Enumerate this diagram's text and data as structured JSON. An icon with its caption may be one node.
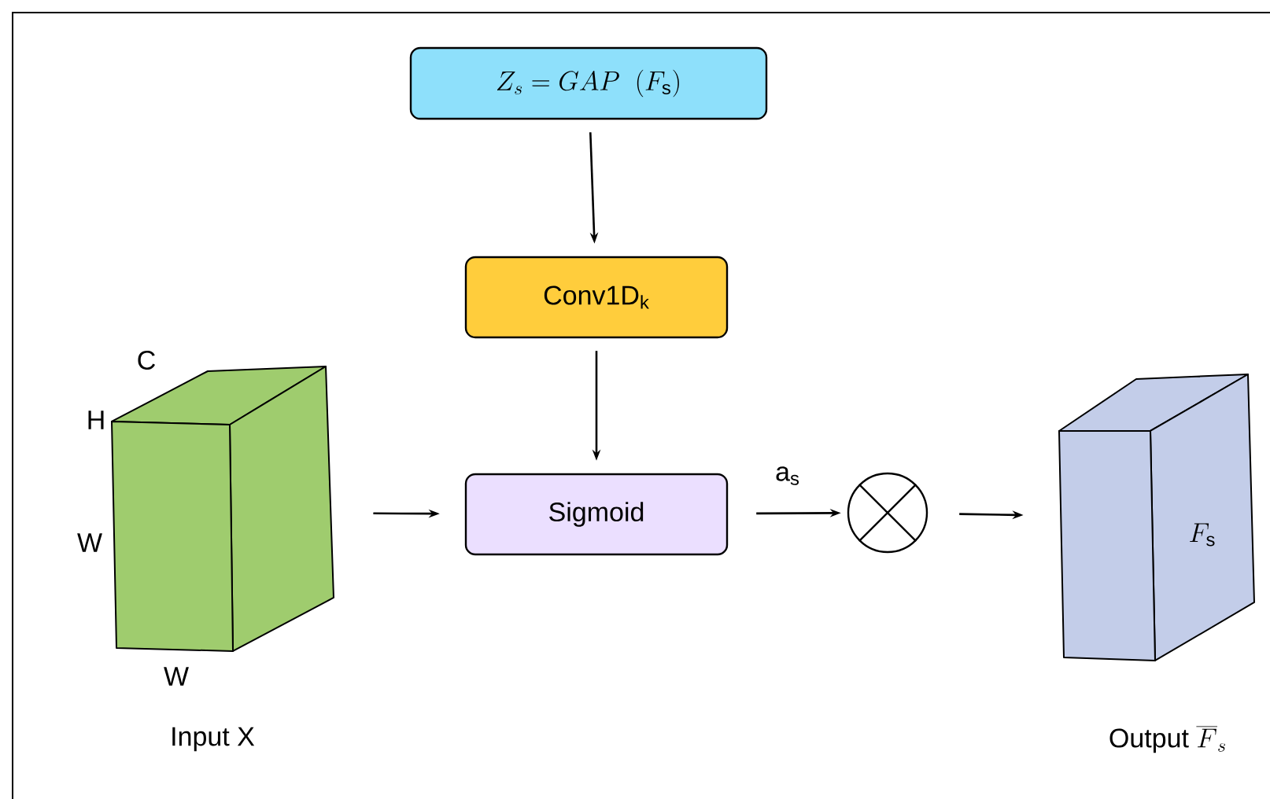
{
  "diagram": {
    "nodes": [
      {
        "text": [
          "Z_s = GAP\\ \\ (F_{\\mathrm{s}})"
        ]
      },
      {
        "text": [
          "Conv1D$_{k}$"
        ]
      },
      {
        "text": [
          "C",
          "H",
          "W",
          "W",
          "Input X"
        ]
      },
      {
        "text": [
          "Sigmoid"
        ]
      },
      {
        "text": [],
        "shape": "circle"
      },
      {
        "text": [
          "F_{\\mathrm{s}}",
          "\\mathrm{Output}\\ \\overline{F}_s"
        ]
      }
    ],
    "edges": [
      {
        "from": 0,
        "to": 1,
        "arrow": "to"
      },
      {
        "from": 1,
        "to": 3,
        "arrow": "to"
      },
      {
        "from": 2,
        "to": 3,
        "arrow": "to"
      },
      {
        "from": 3,
        "to": 4,
        "arrow": "to",
        "label": "a$_{s}$"
      },
      {
        "from": 4,
        "to": 5,
        "arrow": "to"
      }
    ]
  }
}
